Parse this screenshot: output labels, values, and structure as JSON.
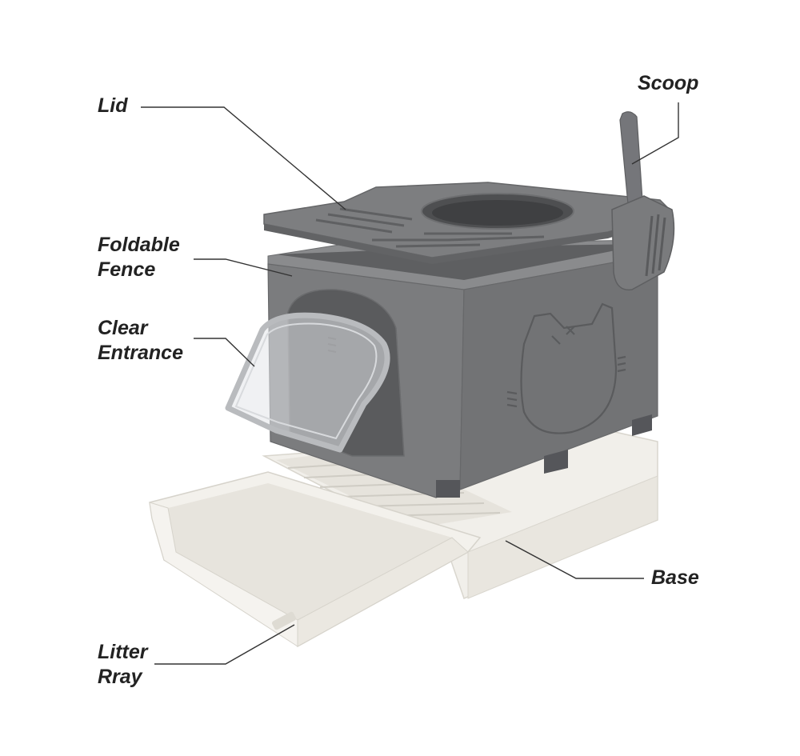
{
  "colors": {
    "body_gray": "#7a7b7d",
    "body_gray_dark": "#6c6d6f",
    "lid_gray": "#7e7f81",
    "base_white": "#f1efea",
    "base_shadow": "#dedbd3",
    "entrance_clear": "#d7d9dc",
    "leader_line": "#333333",
    "label_text": "#222222"
  },
  "callouts": {
    "lid": {
      "label": "Lid"
    },
    "scoop": {
      "label": "Scoop"
    },
    "foldable_fence": {
      "line1": "Foldable",
      "line2": "Fence"
    },
    "clear_entrance": {
      "line1": "Clear",
      "line2": "Entrance"
    },
    "base": {
      "label": "Base"
    },
    "litter_tray": {
      "line1": "Litter",
      "line2": "Rray"
    }
  }
}
